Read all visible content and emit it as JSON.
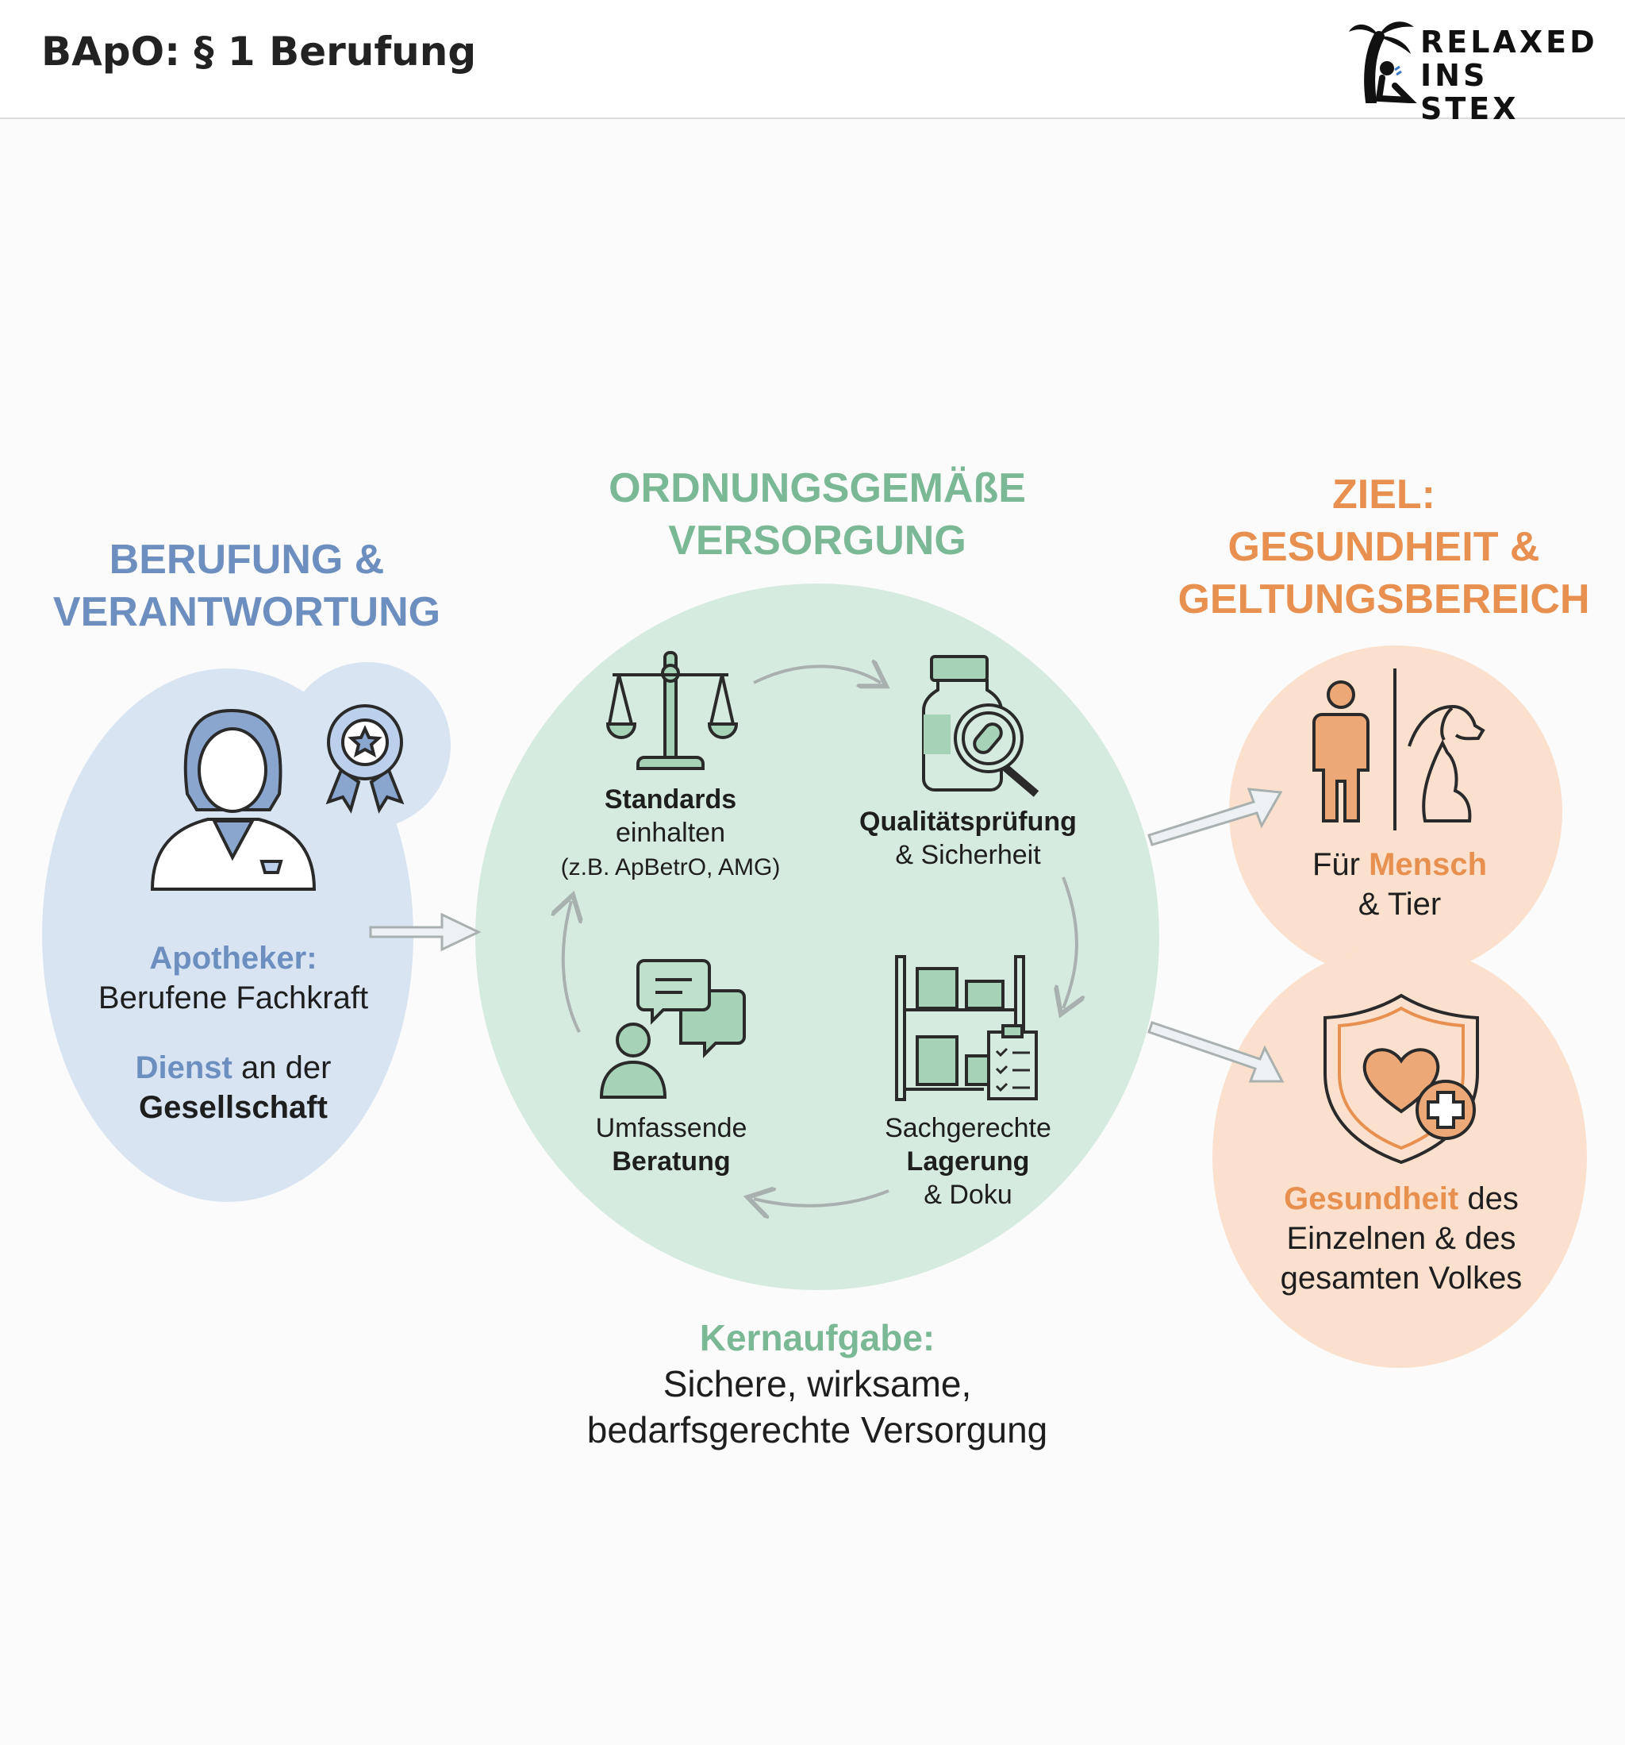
{
  "header": {
    "title": "BApO: § 1 Berufung",
    "logo_text": [
      "RELAXED",
      "INS STEX"
    ]
  },
  "left": {
    "heading": [
      "BERUFUNG &",
      "VERANTWORTUNG"
    ],
    "role_label": "Apotheker:",
    "role_text": "Berufene Fachkraft",
    "service_highlight": "Dienst",
    "service_rest": " an der",
    "service_bold": "Gesellschaft"
  },
  "center": {
    "heading": [
      "ORDNUNGSGEMÄßE",
      "VERSORGUNG"
    ],
    "standards": {
      "bold": "Standards",
      "line2": "einhalten",
      "line3": "(z.B. ApBetrO, AMG)"
    },
    "quality": {
      "bold": "Qualitätsprüfung",
      "line2": "& Sicherheit"
    },
    "advice": {
      "line1": "Umfassende",
      "bold": "Beratung"
    },
    "storage": {
      "line1": "Sachgerechte",
      "bold": "Lagerung",
      "line3": "& Doku"
    },
    "core_label": "Kernaufgabe:",
    "core_text": [
      "Sichere, wirksame,",
      "bedarfsgerechte Versorgung"
    ]
  },
  "right": {
    "heading": [
      "ZIEL:",
      "GESUNDHEIT &",
      "GELTUNGSBEREICH"
    ],
    "scope_pre": "Für ",
    "scope_highlight": "Mensch",
    "scope_line2": "& Tier",
    "goal_highlight": "Gesundheit",
    "goal_rest": " des",
    "goal_line2": "Einzelnen & des",
    "goal_line3": "gesamten Volkes"
  },
  "colors": {
    "blue": "#6d8fc0",
    "green": "#7ab896",
    "orange": "#e8904f",
    "blue_bg": "#d9e4f3",
    "green_bg": "#d6ebdf",
    "orange_bg": "#fbe1cd"
  }
}
